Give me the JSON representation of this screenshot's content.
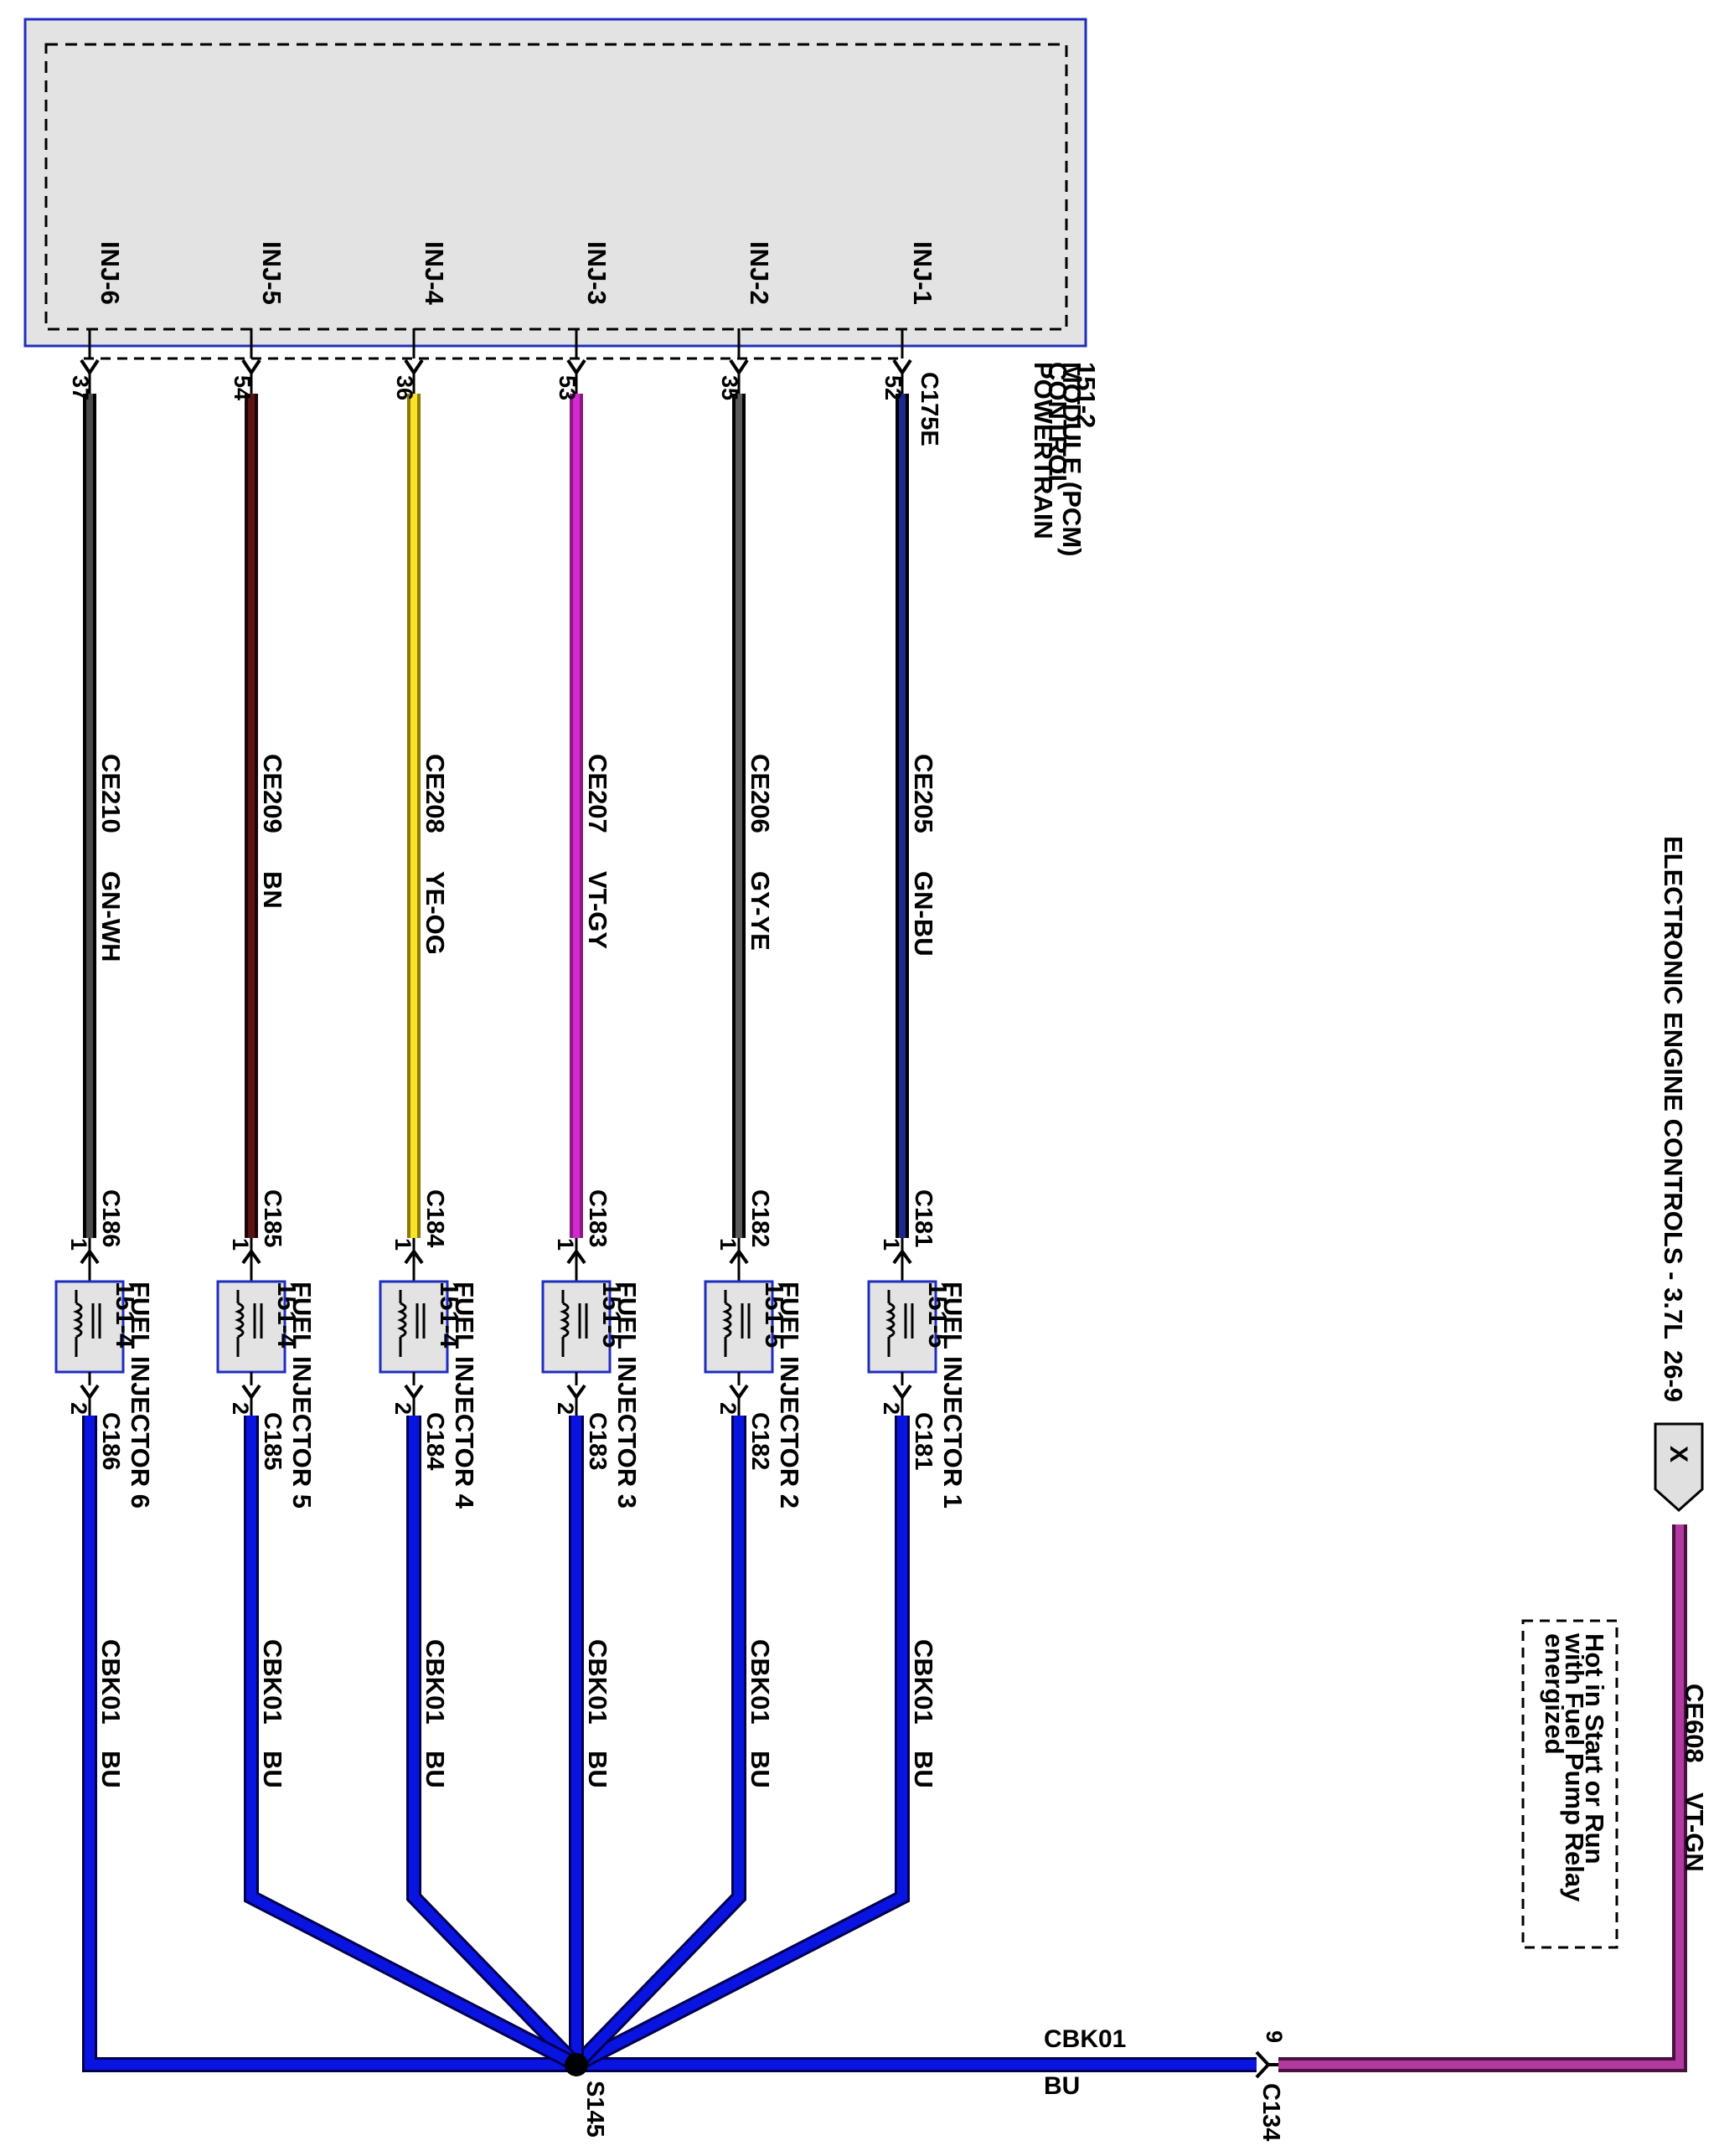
{
  "page": {
    "title": "ELECTRONIC ENGINE CONTROLS - 3.7L",
    "page_number": "26-9"
  },
  "colors": {
    "module_fill": "#e3e3e3",
    "module_border": "#1f2dbf",
    "ground_wire": "#0a14e0",
    "ground_wire_edge": "#000050",
    "feed_wire": "#b03aa0",
    "feed_wire_edge": "#4a1040"
  },
  "pcm": {
    "name_line1": "POWERTRAIN",
    "name_line2": "CONTROL",
    "name_line3": "MODULE (PCM)",
    "name_line4": "151-2",
    "connector": "C175E"
  },
  "circuits": [
    {
      "pin_label": "INJ-1",
      "pin_number": "52",
      "circuit": "CE205",
      "wire_color": "GN-BU",
      "stroke": "#000000",
      "center": "#1a2a90",
      "connector_top": "C181",
      "connector_bottom": "C181",
      "injector_name": "FUEL INJECTOR 1",
      "injector_ref": "151-5",
      "pin_in": "1",
      "pin_out": "2",
      "ground_circuit": "CBK01",
      "ground_color": "BU"
    },
    {
      "pin_label": "INJ-2",
      "pin_number": "35",
      "circuit": "CE206",
      "wire_color": "GY-YE",
      "stroke": "#000000",
      "center": "#5a5a5a",
      "connector_top": "C182",
      "connector_bottom": "C182",
      "injector_name": "FUEL INJECTOR 2",
      "injector_ref": "151-5",
      "pin_in": "1",
      "pin_out": "2",
      "ground_circuit": "CBK01",
      "ground_color": "BU"
    },
    {
      "pin_label": "INJ-3",
      "pin_number": "53",
      "circuit": "CE207",
      "wire_color": "VT-GY",
      "stroke": "#8a1a80",
      "center": "#d22ad0",
      "connector_top": "C183",
      "connector_bottom": "C183",
      "injector_name": "FUEL INJECTOR 3",
      "injector_ref": "151-5",
      "pin_in": "1",
      "pin_out": "2",
      "ground_circuit": "CBK01",
      "ground_color": "BU"
    },
    {
      "pin_label": "INJ-4",
      "pin_number": "36",
      "circuit": "CE208",
      "wire_color": "YE-OG",
      "stroke": "#8a7a00",
      "center": "#f8e22a",
      "connector_top": "C184",
      "connector_bottom": "C184",
      "injector_name": "FUEL INJECTOR 4",
      "injector_ref": "151-4",
      "pin_in": "1",
      "pin_out": "2",
      "ground_circuit": "CBK01",
      "ground_color": "BU"
    },
    {
      "pin_label": "INJ-5",
      "pin_number": "54",
      "circuit": "CE209",
      "wire_color": "BN",
      "stroke": "#1a0606",
      "center": "#5a1414",
      "connector_top": "C185",
      "connector_bottom": "C185",
      "injector_name": "FUEL INJECTOR 5",
      "injector_ref": "151-4",
      "pin_in": "1",
      "pin_out": "2",
      "ground_circuit": "CBK01",
      "ground_color": "BU"
    },
    {
      "pin_label": "INJ-6",
      "pin_number": "37",
      "circuit": "CE210",
      "wire_color": "GN-WH",
      "stroke": "#000000",
      "center": "#4a4a4a",
      "connector_top": "C186",
      "connector_bottom": "C186",
      "injector_name": "FUEL INJECTOR 6",
      "injector_ref": "151-4",
      "pin_in": "1",
      "pin_out": "2",
      "ground_circuit": "CBK01",
      "ground_color": "BU"
    }
  ],
  "splice": {
    "label": "S145"
  },
  "ground_run": {
    "circuit": "CBK01",
    "color": "BU"
  },
  "connector_c134": {
    "label": "C134",
    "pin": "9"
  },
  "feed": {
    "circuit": "CE608",
    "color": "VT-GN",
    "arrow_label": "X",
    "note_line1": "Hot in Start or Run",
    "note_line2": "with Fuel Pump Relay",
    "note_line3": "energized"
  }
}
